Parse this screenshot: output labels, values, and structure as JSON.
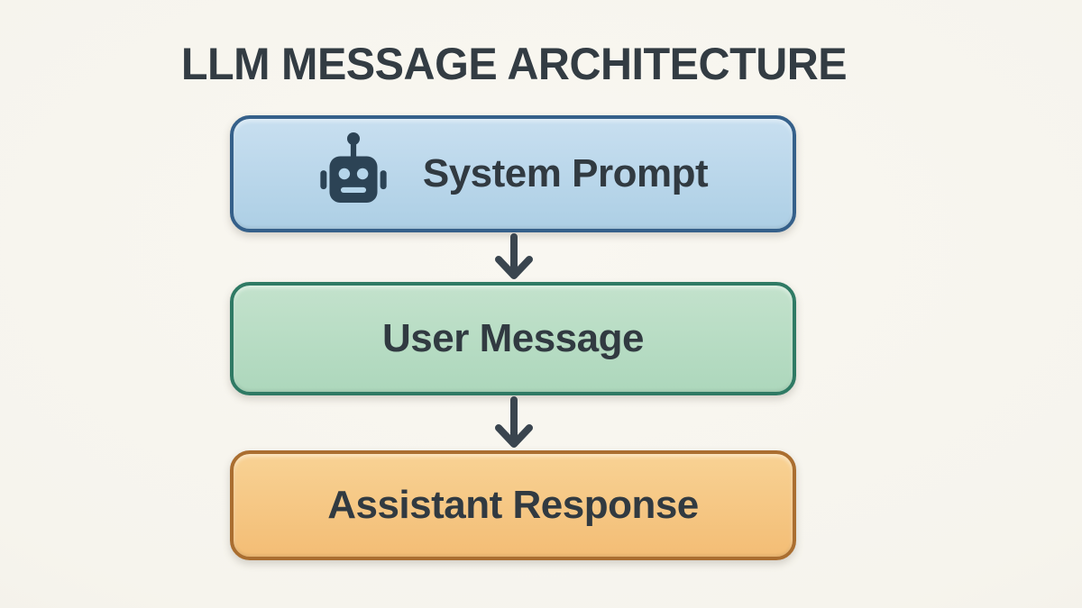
{
  "title": "LLM MESSAGE ARCHITECTURE",
  "colors": {
    "background": "#f6f4ed",
    "title_text": "#333c43",
    "node_label_text": "#313a41",
    "arrow": "#3a454f",
    "robot_icon": "#2c4355",
    "robot_icon_face": "#b5d5ea"
  },
  "diagram": {
    "nodes": [
      {
        "id": "system",
        "label": "System Prompt",
        "icon": "robot-icon",
        "fill_top": "#c8dff0",
        "fill_bottom": "#adcfe5",
        "border": "#35608a"
      },
      {
        "id": "user",
        "label": "User Message",
        "icon": null,
        "fill_top": "#c3e2cc",
        "fill_bottom": "#add7bc",
        "border": "#2f7a64"
      },
      {
        "id": "assistant",
        "label": "Assistant Response",
        "icon": null,
        "fill_top": "#f8d294",
        "fill_bottom": "#f3bd75",
        "border": "#aa6e30"
      }
    ],
    "arrows": [
      {
        "from": "system",
        "to": "user"
      },
      {
        "from": "user",
        "to": "assistant"
      }
    ]
  }
}
